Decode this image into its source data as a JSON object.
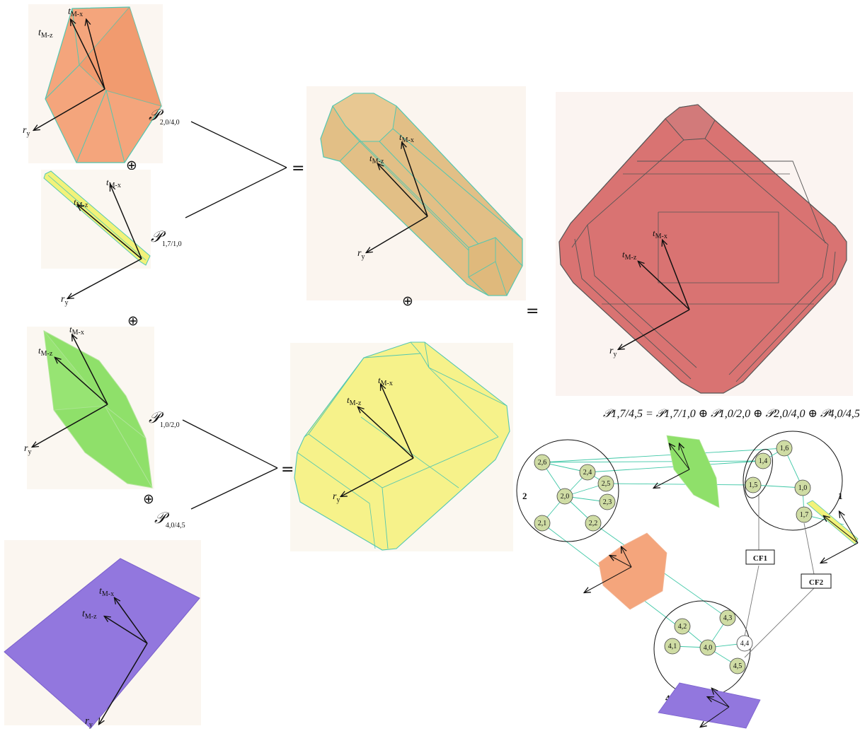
{
  "labels": {
    "p_2_04_0": {
      "main": "𝒫",
      "sub": "2,0/4,0"
    },
    "p_1_71_0": {
      "main": "𝒫",
      "sub": "1,7/1,0"
    },
    "p_1_02_0": {
      "main": "𝒫",
      "sub": "1,0/2,0"
    },
    "p_4_04_5": {
      "main": "𝒫",
      "sub": "4,0/4,5"
    },
    "equation": "𝒫1,7/4,5 = 𝒫1,7/1,0 ⊕ 𝒫1,0/2,0 ⊕ 𝒫2,0/4,0 ⊕ 𝒫4,0/4,5"
  },
  "axis_labels": {
    "tmx": "t",
    "tmx_sub": "M-x",
    "tmz": "t",
    "tmz_sub": "M-z",
    "ry": "r",
    "ry_sub": "y"
  },
  "operators": {
    "plus": "⊕",
    "equals": "="
  },
  "graph": {
    "clusters": [
      {
        "id": "1",
        "label": "1",
        "nodes": [
          "1,6",
          "1,4",
          "1,5",
          "1,0",
          "1,7"
        ]
      },
      {
        "id": "2",
        "label": "2",
        "nodes": [
          "2,6",
          "2,4",
          "2,5",
          "2,0",
          "2,3",
          "2,1",
          "2,2"
        ]
      },
      {
        "id": "4",
        "label": "4",
        "nodes": [
          "4,3",
          "4,2",
          "4,1",
          "4,0",
          "4,4",
          "4,5"
        ]
      }
    ],
    "boxes": [
      "CF1",
      "CF2"
    ]
  },
  "colors": {
    "orange": "#f4a57c",
    "yellow_small": "#f2f27a",
    "green": "#8fe06a",
    "violet": "#9277de",
    "tan": "#e2bf86",
    "yellow_big": "#f6f28a",
    "red": "#d97372",
    "node_fill": "#cfdca4",
    "edge": "#3ec7a6"
  }
}
